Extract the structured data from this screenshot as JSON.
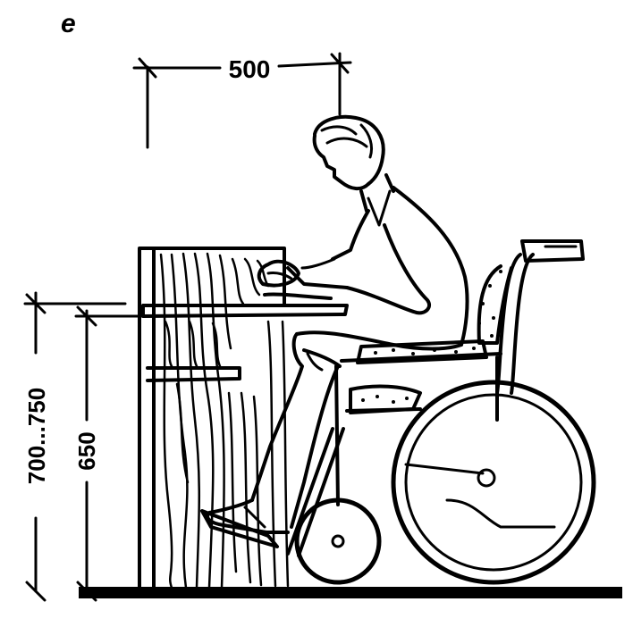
{
  "figure": {
    "panel_label": "e",
    "ink_color": "#000000",
    "paper_color": "#ffffff"
  },
  "dimensions": {
    "reach_depth": "500",
    "desk_height_range": "700...750",
    "knee_clearance": "650"
  }
}
